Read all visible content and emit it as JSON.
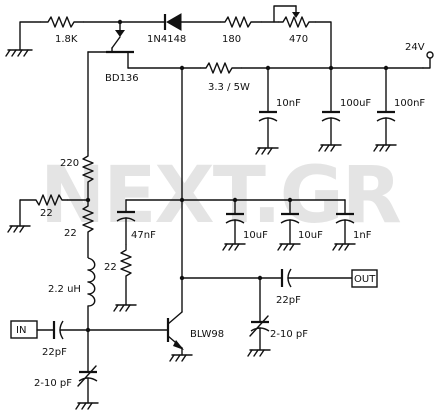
{
  "watermark": "NEXT.GR",
  "labels": {
    "r_1k8": "1.8K",
    "d_1n4148": "1N4148",
    "r_180": "180",
    "rv_470": "470",
    "supply": "24V",
    "q_bd136": "BD136",
    "r_3v3": "3.3 / 5W",
    "c_10n": "10nF",
    "c_100u": "100uF",
    "c_100n": "100nF",
    "r_220": "220",
    "r_22_side": "22",
    "r_22_vert": "22",
    "c_47n": "47nF",
    "r_22_low": "22",
    "c_10u_a": "10uF",
    "c_10u_b": "10uF",
    "c_1n": "1nF",
    "l_2u2": "2.2 uH",
    "c_22p_out": "22pF",
    "c_210_out": "2-10 pF",
    "q_blw98": "BLW98",
    "c_22p_in": "22pF",
    "c_210_in": "2-10 pF"
  },
  "ports": {
    "in": "IN",
    "out": "OUT"
  }
}
